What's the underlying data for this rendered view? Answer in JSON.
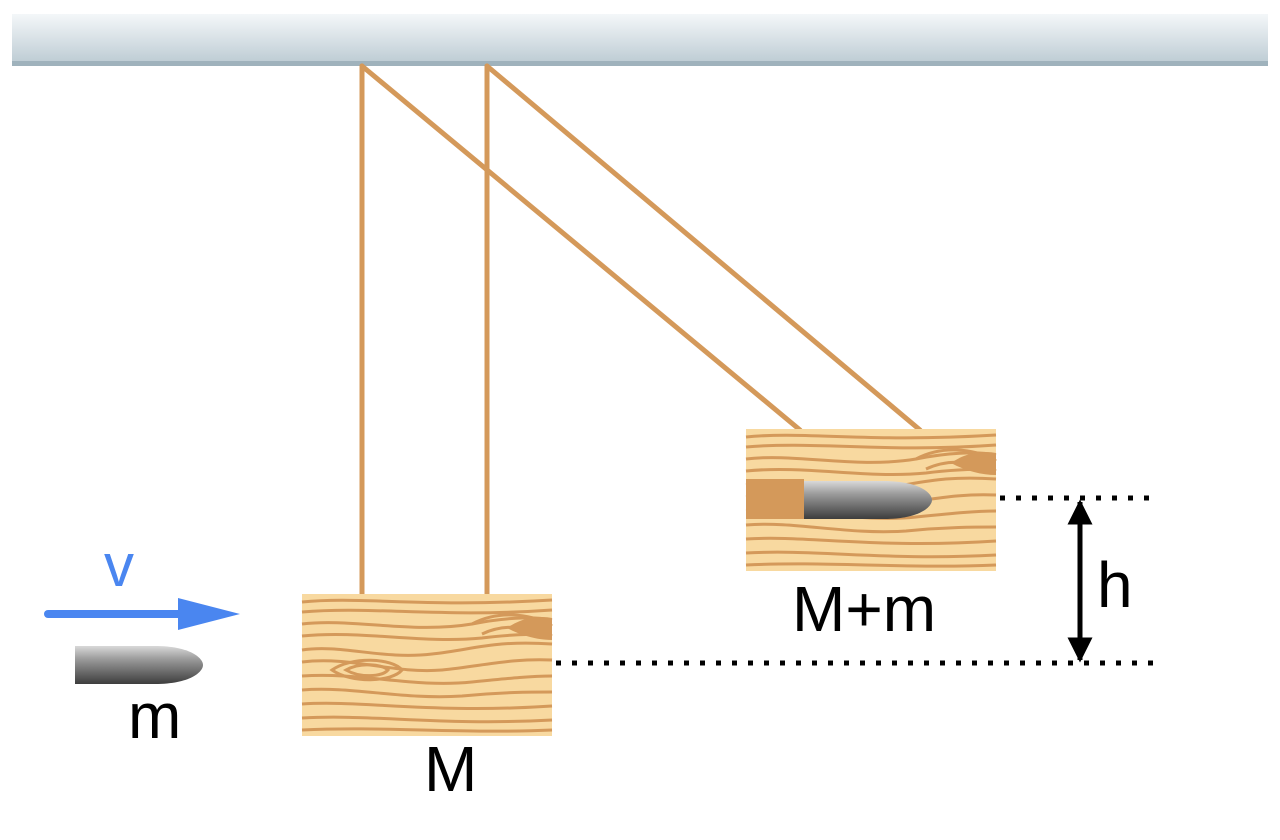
{
  "labels": {
    "velocity": "v",
    "bullet_mass": "m",
    "block_mass": "M",
    "combined_mass": "M+m",
    "height": "h"
  },
  "colors": {
    "ceiling": "#a9bcc6",
    "string": "#d4995a",
    "wood_light": "#f8d9a0",
    "wood_grain": "#d4995a",
    "velocity_arrow": "#4a86f0",
    "bullet": "#8a8a8a",
    "dotted_line": "#000000"
  },
  "icons": {
    "bullet": "bullet-icon",
    "block": "wooden-block-icon"
  }
}
